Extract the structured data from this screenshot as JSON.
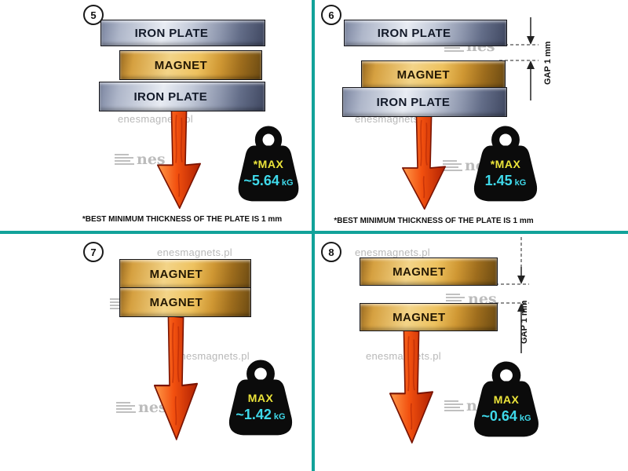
{
  "watermarks": {
    "site": "enesmagnets.pl",
    "logo_text": "nes"
  },
  "footnote": {
    "text": "*BEST MINIMUM THICKNESS OF THE PLATE IS",
    "bold": "1 mm"
  },
  "colors": {
    "divider": "#12a29a",
    "arrow_red": "#e8401a",
    "iron_plate": "#aeb6c9",
    "magnet_gold": "#eec25f",
    "weight_body": "#0b0b0b",
    "max_label_yellow": "#ece43a",
    "value_cyan": "#3fd9ea"
  },
  "panels": {
    "p5": {
      "number": "5",
      "block_top": "IRON PLATE",
      "block_mid": "MAGNET",
      "block_bottom": "IRON PLATE",
      "weight_label": "*MAX",
      "weight_value": "~5.64",
      "weight_unit": "kG"
    },
    "p6": {
      "number": "6",
      "block_top": "IRON PLATE",
      "block_mid": "MAGNET",
      "block_bottom": "IRON PLATE",
      "gap_label": "GAP 1 mm",
      "weight_label": "*MAX",
      "weight_value": "1.45",
      "weight_unit": "kG"
    },
    "p7": {
      "number": "7",
      "block_top": "MAGNET",
      "block_bottom": "MAGNET",
      "weight_label": "MAX",
      "weight_value": "~1.42",
      "weight_unit": "kG"
    },
    "p8": {
      "number": "8",
      "block_top": "MAGNET",
      "block_bottom": "MAGNET",
      "gap_label": "GAP 1 mm",
      "weight_label": "MAX",
      "weight_value": "~0.64",
      "weight_unit": "kG"
    }
  }
}
